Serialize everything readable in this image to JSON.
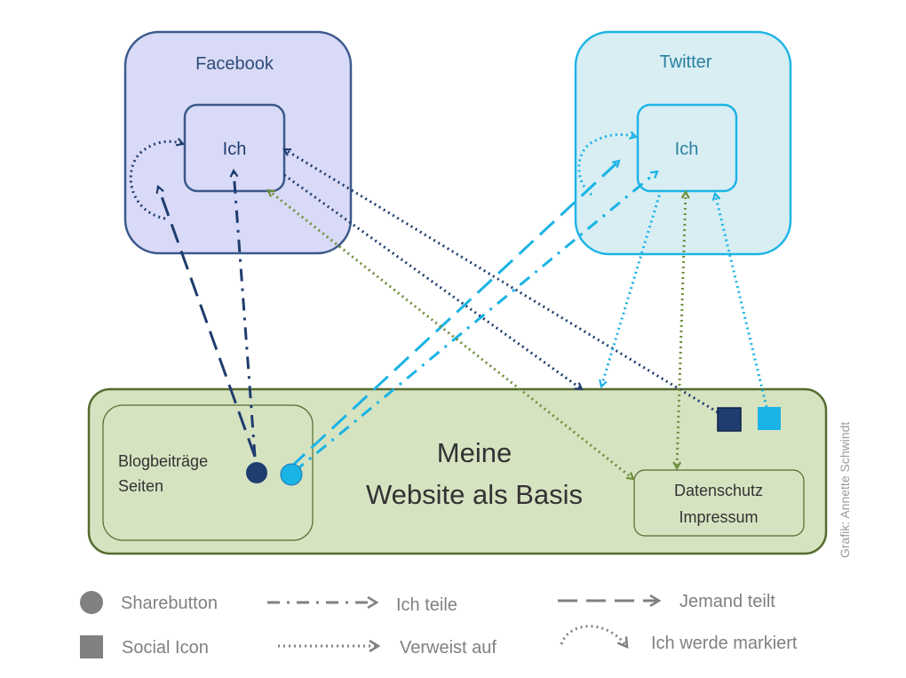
{
  "colors": {
    "facebook_fill": "#d9daf7",
    "facebook_stroke": "#3a5a8c",
    "facebook_text": "#2e4d7a",
    "twitter_fill": "#d8eef3",
    "twitter_stroke": "#1eb4e6",
    "twitter_text": "#2a7fa0",
    "website_fill": "#d6e3c1",
    "website_stroke": "#556b2f",
    "navy": "#1f3d6e",
    "cyan": "#1ab3e6",
    "olive": "#6f8f3a",
    "gray": "#808080",
    "text_dark": "#333333"
  },
  "facebook": {
    "title": "Facebook",
    "inner_label": "Ich"
  },
  "twitter": {
    "title": "Twitter",
    "inner_label": "Ich"
  },
  "website": {
    "title_line1": "Meine",
    "title_line2": "Website als Basis",
    "blog_line1": "Blogbeiträge",
    "blog_line2": "Seiten",
    "legal_line1": "Datenschutz",
    "legal_line2": "Impressum"
  },
  "legend": {
    "sharebutton": "Sharebutton",
    "social_icon": "Social Icon",
    "ich_teile": "Ich teile",
    "verweist_auf": "Verweist auf",
    "jemand_teilt": "Jemand teilt",
    "ich_werde_markiert": "Ich werde markiert"
  },
  "credit": "Grafik: Annette Schwindt"
}
